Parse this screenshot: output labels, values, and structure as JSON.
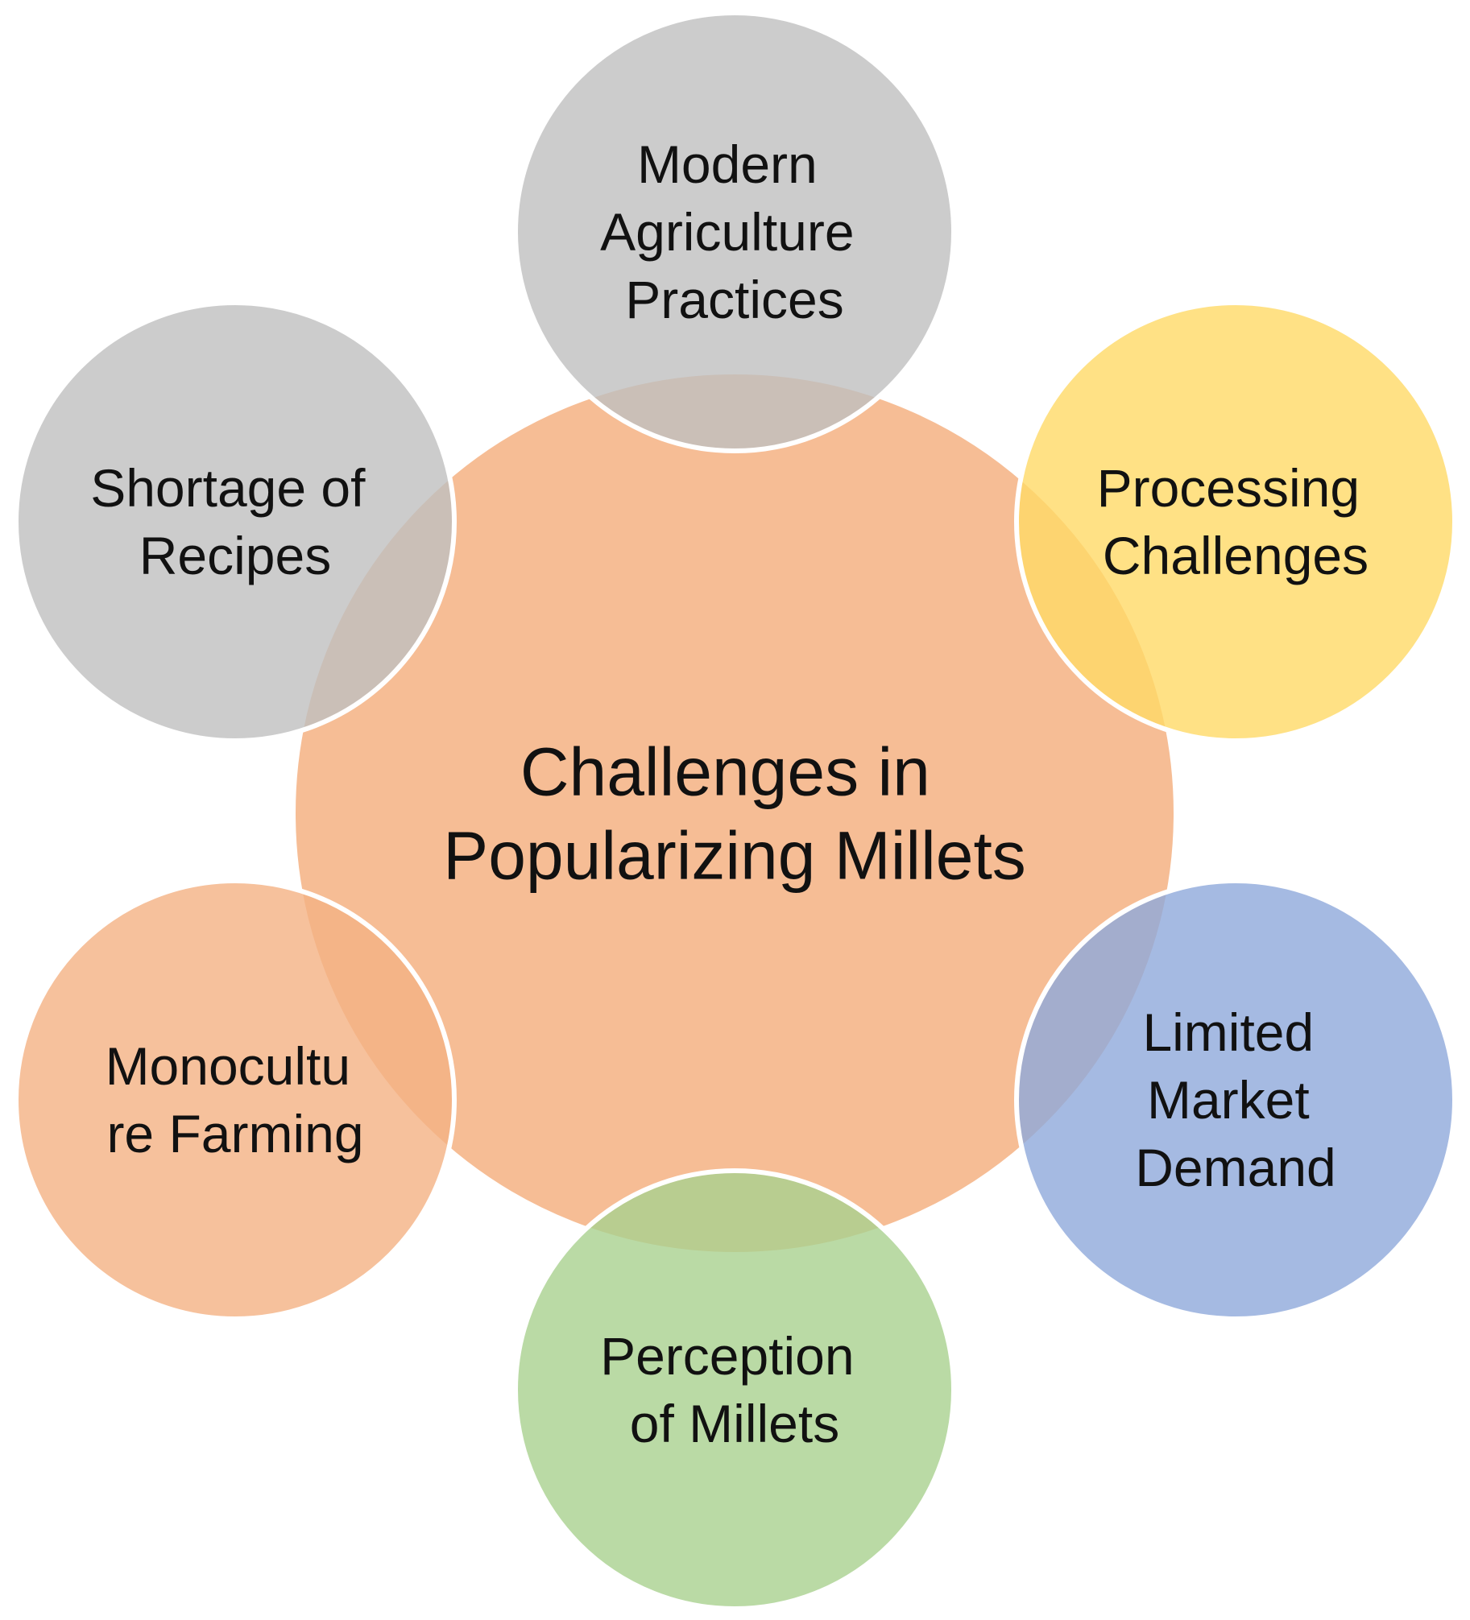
{
  "diagram": {
    "center": {
      "lines": [
        "Challenges in",
        "Popularizing Millets"
      ],
      "fill": "#F4B183"
    },
    "satellites": [
      {
        "id": "modern-agriculture-practices",
        "lines": [
          "Modern",
          "Agriculture",
          "Practices"
        ],
        "fill": "#BFBFBF"
      },
      {
        "id": "processing-challenges",
        "lines": [
          "Processing",
          "Challenges"
        ],
        "fill": "#FFD966"
      },
      {
        "id": "limited-market-demand",
        "lines": [
          "Limited",
          "Market",
          "Demand"
        ],
        "fill": "#8EA9DB"
      },
      {
        "id": "perception-of-millets",
        "lines": [
          "Perception",
          "of Millets"
        ],
        "fill": "#A9D18E"
      },
      {
        "id": "monoculture-farming",
        "lines": [
          "Monocultu",
          "re Farming"
        ],
        "fill": "#F4B183"
      },
      {
        "id": "shortage-of-recipes",
        "lines": [
          "Shortage of",
          "Recipes"
        ],
        "fill": "#BFBFBF"
      }
    ]
  }
}
